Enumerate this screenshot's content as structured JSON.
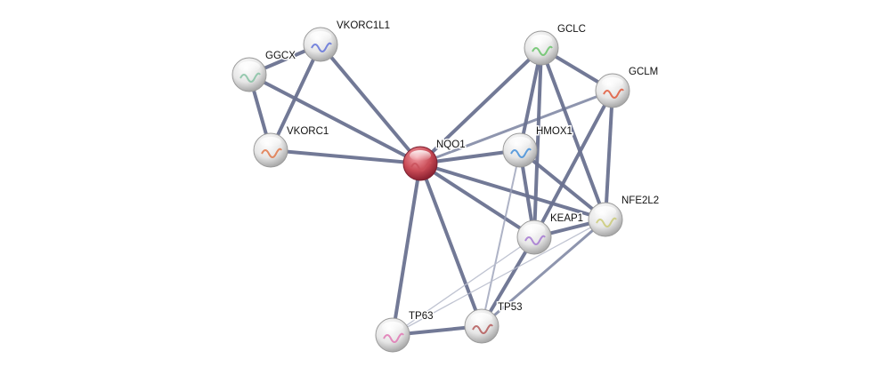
{
  "nodes": [
    {
      "id": "NQO1",
      "label": "NQO1",
      "query": true,
      "color": "#c8505a"
    },
    {
      "id": "VKORC1L1",
      "label": "VKORC1L1",
      "color": "#5a6bd8"
    },
    {
      "id": "GGCX",
      "label": "GGCX",
      "color": "#7fbf9f"
    },
    {
      "id": "VKORC1",
      "label": "VKORC1",
      "color": "#e07040"
    },
    {
      "id": "GCLC",
      "label": "GCLC",
      "color": "#60c060"
    },
    {
      "id": "GCLM",
      "label": "GCLM",
      "color": "#e05030"
    },
    {
      "id": "HMOX1",
      "label": "HMOX1",
      "color": "#3a8ad8"
    },
    {
      "id": "NFE2L2",
      "label": "NFE2L2",
      "color": "#c8c870"
    },
    {
      "id": "KEAP1",
      "label": "KEAP1",
      "color": "#a070d0"
    },
    {
      "id": "TP53",
      "label": "TP53",
      "color": "#b05050"
    },
    {
      "id": "TP63",
      "label": "TP63",
      "color": "#e070b0"
    }
  ],
  "edges": [
    {
      "a": "VKORC1L1",
      "b": "GGCX",
      "strength": "strong"
    },
    {
      "a": "VKORC1L1",
      "b": "VKORC1",
      "strength": "strong"
    },
    {
      "a": "VKORC1L1",
      "b": "NQO1",
      "strength": "strong"
    },
    {
      "a": "GGCX",
      "b": "VKORC1",
      "strength": "strong"
    },
    {
      "a": "GGCX",
      "b": "NQO1",
      "strength": "strong"
    },
    {
      "a": "VKORC1",
      "b": "NQO1",
      "strength": "strong"
    },
    {
      "a": "NQO1",
      "b": "GCLC",
      "strength": "strong"
    },
    {
      "a": "NQO1",
      "b": "GCLM",
      "strength": "medium"
    },
    {
      "a": "NQO1",
      "b": "HMOX1",
      "strength": "strong"
    },
    {
      "a": "NQO1",
      "b": "NFE2L2",
      "strength": "strong"
    },
    {
      "a": "NQO1",
      "b": "KEAP1",
      "strength": "strong"
    },
    {
      "a": "NQO1",
      "b": "TP53",
      "strength": "strong"
    },
    {
      "a": "NQO1",
      "b": "TP63",
      "strength": "strong"
    },
    {
      "a": "GCLC",
      "b": "GCLM",
      "strength": "strong"
    },
    {
      "a": "GCLC",
      "b": "HMOX1",
      "strength": "strong"
    },
    {
      "a": "GCLC",
      "b": "KEAP1",
      "strength": "strong"
    },
    {
      "a": "GCLC",
      "b": "NFE2L2",
      "strength": "strong"
    },
    {
      "a": "GCLM",
      "b": "KEAP1",
      "strength": "strong"
    },
    {
      "a": "GCLM",
      "b": "NFE2L2",
      "strength": "strong"
    },
    {
      "a": "HMOX1",
      "b": "KEAP1",
      "strength": "strong"
    },
    {
      "a": "HMOX1",
      "b": "NFE2L2",
      "strength": "strong"
    },
    {
      "a": "HMOX1",
      "b": "TP53",
      "strength": "weak"
    },
    {
      "a": "KEAP1",
      "b": "NFE2L2",
      "strength": "strong"
    },
    {
      "a": "KEAP1",
      "b": "TP53",
      "strength": "strong"
    },
    {
      "a": "KEAP1",
      "b": "TP63",
      "strength": "faint"
    },
    {
      "a": "NFE2L2",
      "b": "TP63",
      "strength": "faint"
    },
    {
      "a": "NFE2L2",
      "b": "TP53",
      "strength": "medium"
    },
    {
      "a": "TP53",
      "b": "TP63",
      "strength": "strong"
    }
  ]
}
